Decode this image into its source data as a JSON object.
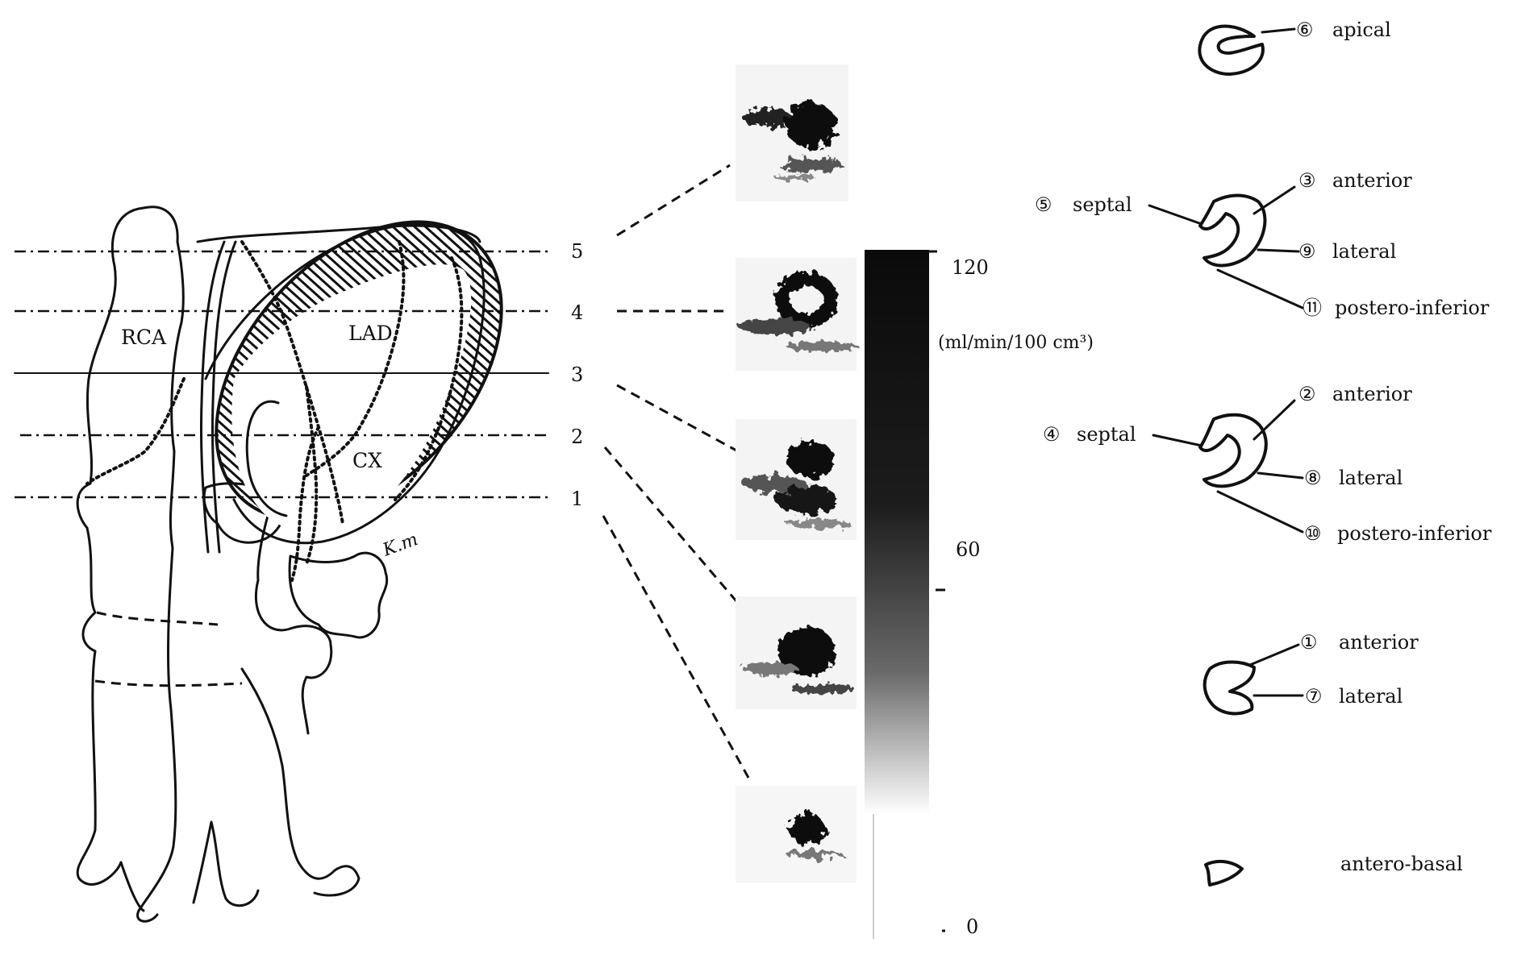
{
  "artery_labels": {
    "rca": "RCA",
    "lad": "LAD",
    "cx": "CX"
  },
  "signature": "K.m",
  "slice_levels": [
    "5",
    "4",
    "3",
    "2",
    "1"
  ],
  "scale": {
    "unit": "(ml/min/100 cm³)",
    "ticks": [
      "120",
      "60",
      "0"
    ]
  },
  "segments": {
    "slice5": [
      {
        "num": "⑥",
        "label": "apical"
      }
    ],
    "slice4": [
      {
        "num": "⑤",
        "label": "septal"
      },
      {
        "num": "③",
        "label": "anterior"
      },
      {
        "num": "⑨",
        "label": "lateral"
      },
      {
        "num": "⑪",
        "label": "postero-inferior"
      }
    ],
    "slice3": [
      {
        "num": "④",
        "label": "septal"
      },
      {
        "num": "②",
        "label": "anterior"
      },
      {
        "num": "⑧",
        "label": "lateral"
      },
      {
        "num": "⑩",
        "label": "postero-inferior"
      }
    ],
    "slice2": [
      {
        "num": "①",
        "label": "anterior"
      },
      {
        "num": "⑦",
        "label": "lateral"
      }
    ],
    "slice1": [
      {
        "num": "",
        "label": "antero-basal"
      }
    ]
  }
}
